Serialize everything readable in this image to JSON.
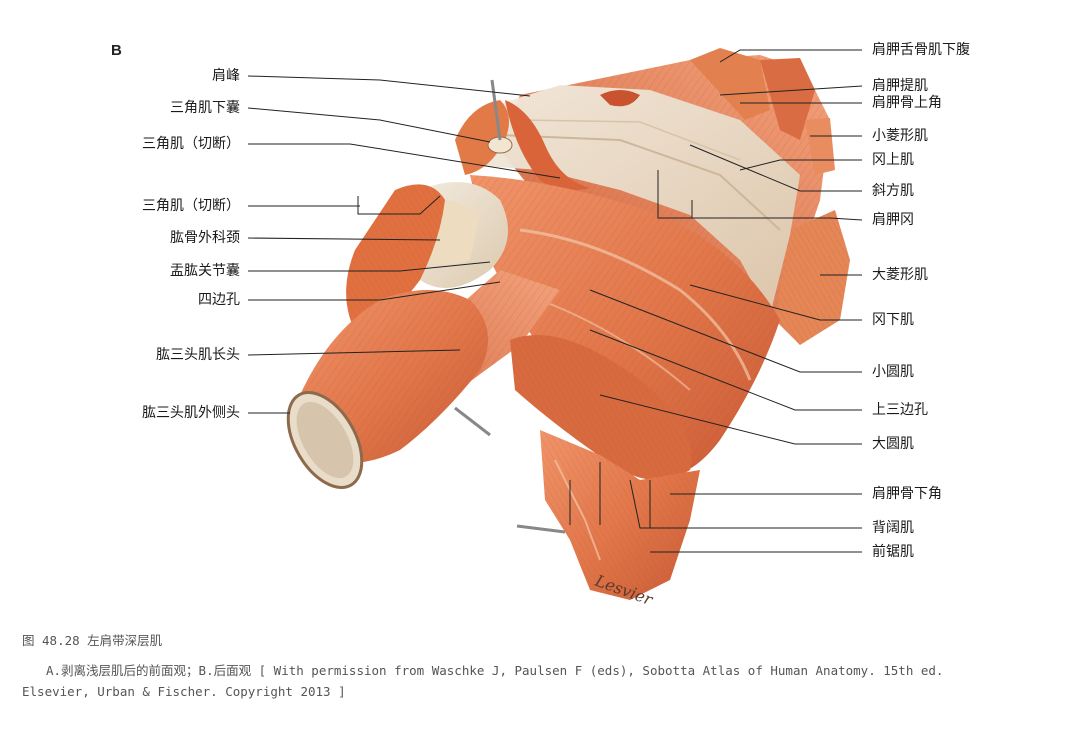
{
  "panel_letter": "B",
  "labels_left": [
    "肩峰",
    "三角肌下囊",
    "三角肌（切断）",
    "三角肌（切断）",
    "肱骨外科颈",
    "盂肱关节囊",
    "四边孔",
    "肱三头肌长头",
    "肱三头肌外侧头"
  ],
  "labels_right": [
    "肩胛舌骨肌下腹",
    "肩胛提肌",
    "肩胛骨上角",
    "小菱形肌",
    "冈上肌",
    "斜方肌",
    "肩胛冈",
    "大菱形肌",
    "冈下肌",
    "小圆肌",
    "上三边孔",
    "大圆肌",
    "肩胛骨下角",
    "背阔肌",
    "前锯肌"
  ],
  "caption": {
    "title": "图 48.28  左肩带深层肌",
    "line1": "A.剥离浅层肌后的前面观；B.后面观 [ With permission from Waschke J, Paulsen F (eds), Sobotta Atlas of Human Anatomy. 15th ed.",
    "line2": "Elsevier, Urban & Fischer. Copyright 2013 ]"
  },
  "signature": "Lesvier",
  "colors": {
    "muscle": "#e07a4e",
    "muscle_dark": "#b94d2c",
    "tendon": "#e9dcc8",
    "bone": "#f2e6d3"
  }
}
